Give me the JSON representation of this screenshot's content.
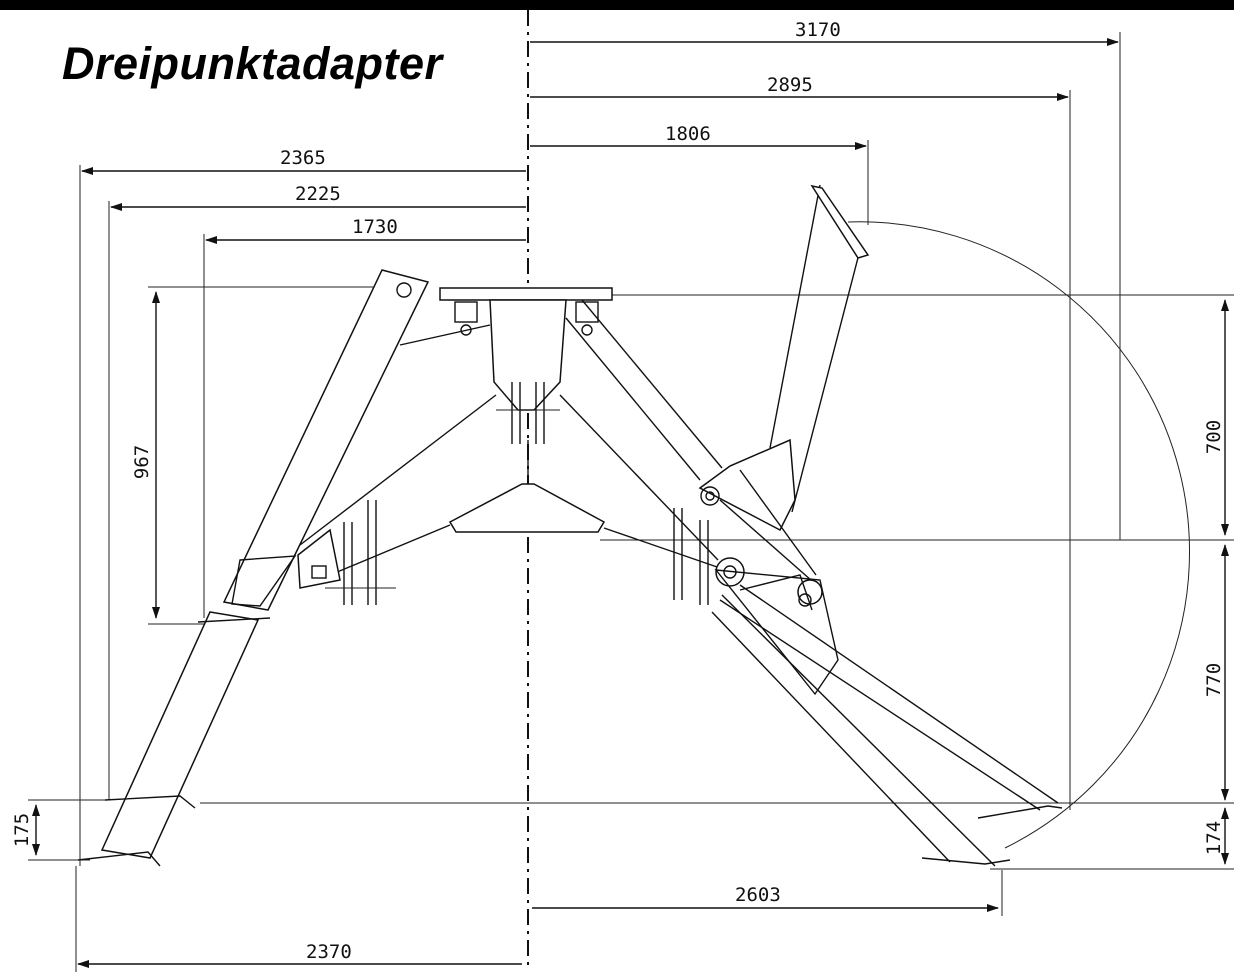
{
  "title": "Dreipunktadapter",
  "dimensions": {
    "d3170": "3170",
    "d2895": "2895",
    "d1806": "1806",
    "d2365": "2365",
    "d2225": "2225",
    "d1730": "1730",
    "d967": "967",
    "d700": "700",
    "d770": "770",
    "d175": "175",
    "d174": "174",
    "d2603": "2603",
    "d2370": "2370"
  },
  "colors": {
    "ink": "#111111",
    "paper": "#ffffff",
    "frame": "#000000"
  }
}
